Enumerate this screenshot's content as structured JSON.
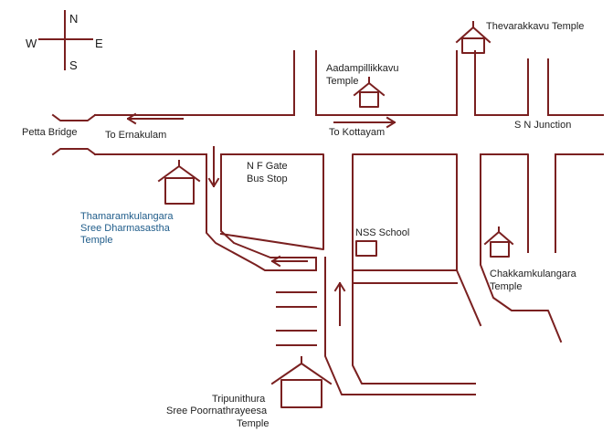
{
  "compass": {
    "north": "N",
    "south": "S",
    "east": "E",
    "west": "W"
  },
  "labels": {
    "thevarakkavu": "Thevarakkavu Temple",
    "aadampillikkavu_1": "Aadampillikkavu",
    "aadampillikkavu_2": "Temple",
    "petta_bridge": "Petta Bridge",
    "to_ernakulam": "To Ernakulam",
    "to_kottayam": "To Kottayam",
    "sn_junction": "S N Junction",
    "nf_gate_1": "N F Gate",
    "nf_gate_2": "Bus Stop",
    "thamaram_1": "Thamaramkulangara",
    "thamaram_2": "Sree Dharmasastha",
    "thamaram_3": "Temple",
    "nss_school": "NSS School",
    "chakkam_1": "Chakkamkulangara",
    "chakkam_2": "Temple",
    "tripunithura_1": "Tripunithura",
    "tripunithura_2": "Sree Poornathrayeesa",
    "tripunithura_3": "Temple"
  },
  "colors": {
    "road": "#7a2020",
    "text": "#222222",
    "temple_label": "#1f5c8a"
  }
}
